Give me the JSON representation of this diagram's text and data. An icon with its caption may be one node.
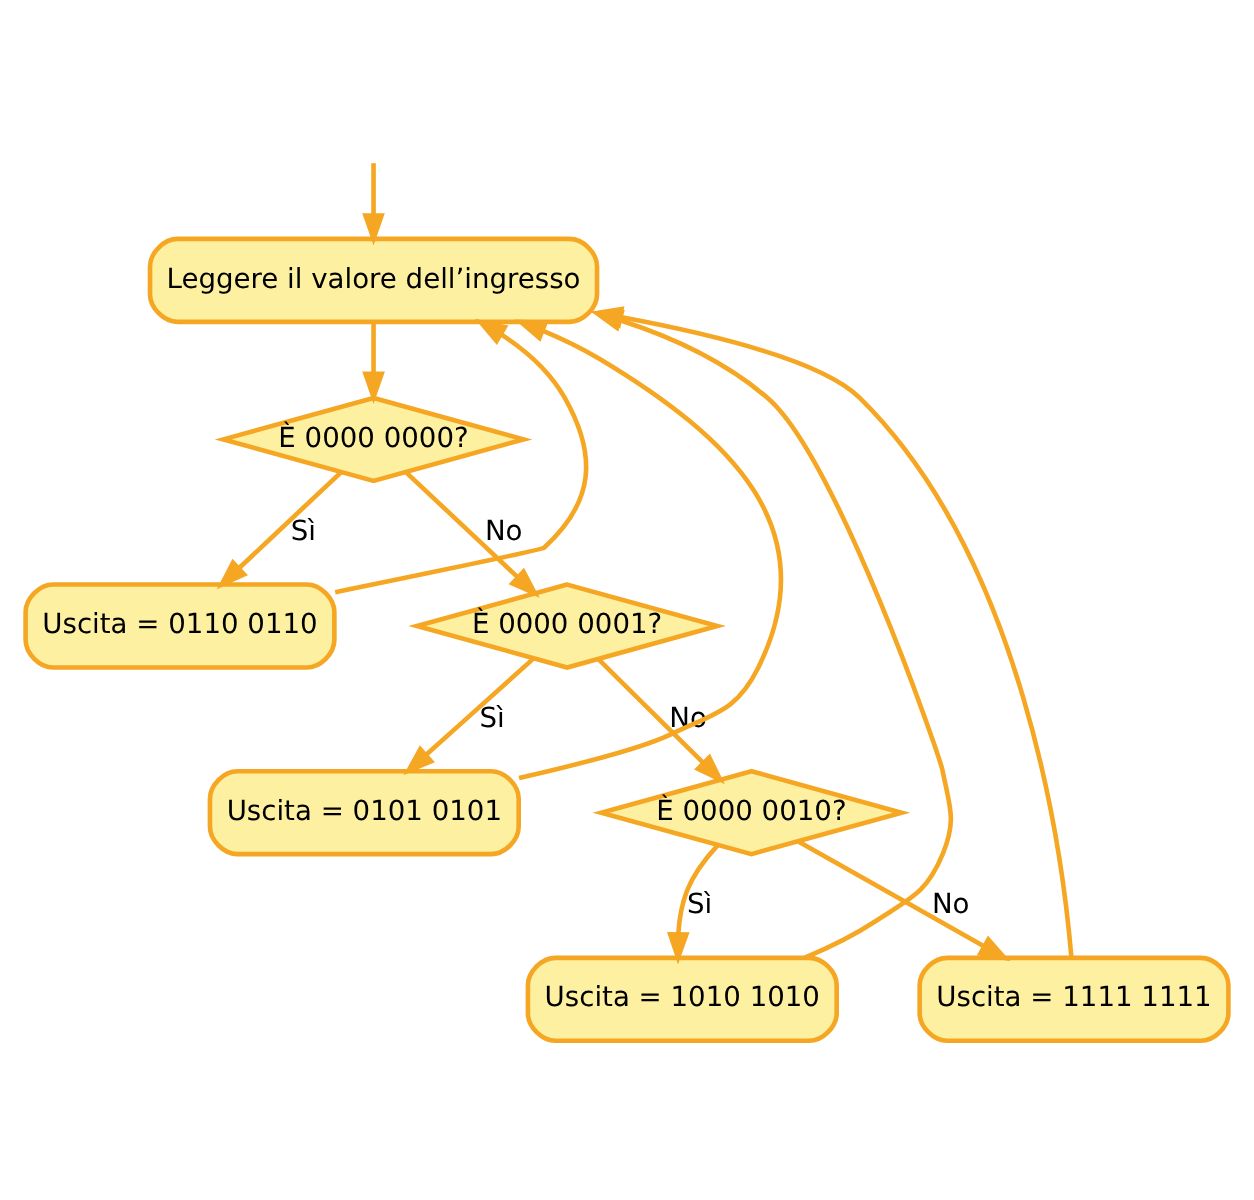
{
  "diagram": {
    "nodes": [
      {
        "text": [
          "Leggere il valore dell’ingresso"
        ]
      },
      {
        "text": [
          "È 0000 0000?"
        ]
      },
      {
        "text": [
          "Uscita = 0110 0110"
        ]
      },
      {
        "text": [
          "È 0000 0001?"
        ]
      },
      {
        "text": [
          "Uscita = 0101 0101"
        ]
      },
      {
        "text": [
          "È 0000 0010?"
        ]
      },
      {
        "text": [
          "Uscita = 1010 1010"
        ]
      },
      {
        "text": [
          "Uscita = 1111 1111"
        ]
      }
    ],
    "edges": [
      {
        "from": null,
        "to": 0,
        "arrow": "to"
      },
      {
        "from": 0,
        "to": 1,
        "arrow": "to"
      },
      {
        "from": 1,
        "to": 2,
        "arrow": "to",
        "label": "Sì"
      },
      {
        "from": 1,
        "to": 3,
        "arrow": "to",
        "label": "No"
      },
      {
        "from": 3,
        "to": 4,
        "arrow": "to",
        "label": "Sì"
      },
      {
        "from": 3,
        "to": 5,
        "arrow": "to",
        "label": "No"
      },
      {
        "from": 5,
        "to": 6,
        "arrow": "to",
        "label": "Sì"
      },
      {
        "from": 5,
        "to": 7,
        "arrow": "to",
        "label": "No"
      },
      {
        "from": 2,
        "to": 0,
        "arrow": "to"
      },
      {
        "from": 4,
        "to": 0,
        "arrow": "to"
      },
      {
        "from": 6,
        "to": 0,
        "arrow": "to"
      },
      {
        "from": 7,
        "to": 0,
        "arrow": "to"
      }
    ]
  }
}
